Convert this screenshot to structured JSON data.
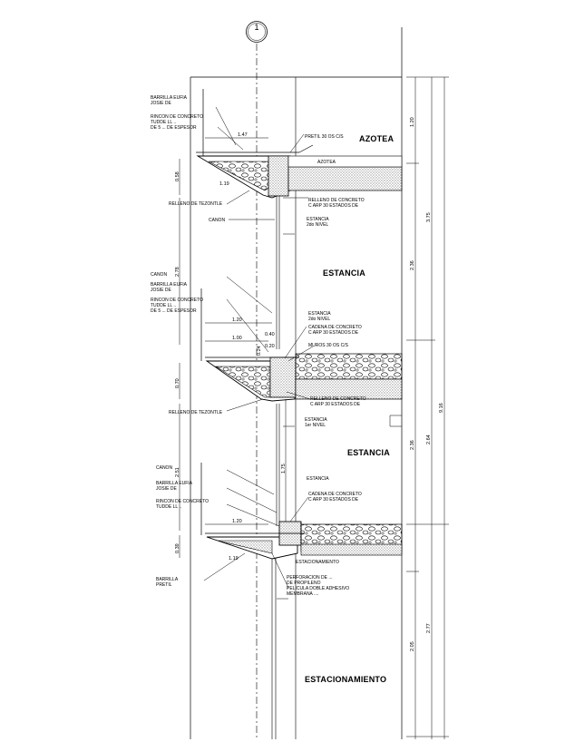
{
  "marker": "1",
  "rooms": {
    "azotea": "AZOTEA",
    "estancia_upper": "ESTANCIA",
    "estancia_lower": "ESTANCIA",
    "estacionamiento": "ESTACIONAMIENTO"
  },
  "annotations": {
    "barrilla_1": "BARRILLA EUFIA\nJOSIE DE",
    "rincon_1": "RINCON DE CONCRETO\nTUDDE LL ..\nDE 5 ... DE ESPESOR",
    "relleno_tezontle_1": "RELLENO DE TEZONTLE",
    "canon_1": "CANON",
    "pretil": "PRETIL 30 OS C/S",
    "azotea_small": "AZOTEA",
    "relleno_concreto_1": "RELLENO DE CONCRETO\nC ARP 30 ESTADOS DE",
    "estancia_2do_a": "ESTANCIA\n2do NIVEL",
    "canon_2": "CANON",
    "barrilla_2": "BARRILLA EUFIA\nJOSIE DE",
    "rincon_2": "RINCON DE CONCRETO\nTUDDE LL ..\nDE 5 ... DE ESPESOR",
    "estancia_2do_b": "ESTANCIA\n2do NIVEL",
    "cadena_1": "CADENA DE CONCRETO\nC ARP 30 ESTADOS DE",
    "muros": "MUROS 30 OS C/S",
    "relleno_tezontle_2": "RELLENO DE TEZONTLE",
    "relleno_concreto_2": "RELLENO DE CONCRETO\nC ARP 30 ESTADOS DE",
    "estancia_1er": "ESTANCIA\n1er NIVEL",
    "canon_3": "CANON",
    "barrilla_3": "BARRILLA EUFIA\nJOSIE DE",
    "rincon_3": "RINCON DE CONCRETO\nTUDDE LL ..",
    "estancia_small": "ESTANCIA",
    "cadena_2": "CADENA DE CONCRETO\nC ARP 30 ESTADOS DE",
    "barrilla_4": "BARRILLA\nPRETIL",
    "estacionamiento_small": "ESTACIONAMIENTO",
    "perforacion": "PERFORACION DE ...\nDE PROPILENO\nPELICULA DOBLE ADHESIVO\nMEMBRANA ...."
  },
  "dims": {
    "d147": "1.47",
    "d058": "0.58",
    "d119a": "1.19",
    "d278": "2.78",
    "d120a": "1.20",
    "d100": "1.00",
    "d040": "0.40",
    "d020": "0.20",
    "d024": "0.24",
    "d070": "0.70",
    "d251": "2.51",
    "d175": "1.75",
    "d120b": "1.20",
    "d039": "0.39",
    "d119b": "1.19",
    "r120": "1.20",
    "r375": "3.75",
    "r236a": "2.36",
    "r236b": "2.36",
    "r264": "2.64",
    "r916": "9.16",
    "r205": "2.05",
    "r277": "2.77"
  }
}
